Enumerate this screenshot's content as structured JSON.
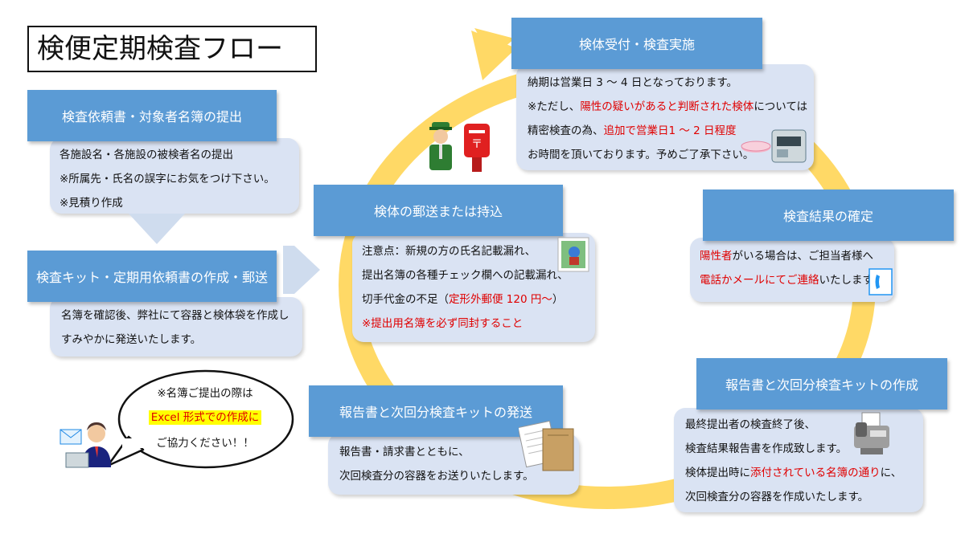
{
  "title": "検便定期検査フロー",
  "steps": {
    "s1": {
      "header": "検査依頼書・対象者名簿の提出",
      "lines": [
        "各施設名・各施設の被検者名の提出",
        "※所属先・氏名の誤字にお気をつけ下さい。",
        "※見積り作成"
      ]
    },
    "s2": {
      "header": "検査キット・定期用依頼書の作成・郵送",
      "lines": [
        "名簿を確認後、弊社にて容器と検体袋を作成し",
        "すみやかに発送いたします。"
      ]
    },
    "s3": {
      "header": "検体の郵送または持込",
      "l1": "注意点：新規の方の氏名記載漏れ、",
      "l2": "提出名簿の各種チェック欄への記載漏れ、",
      "l3a": "切手代金の不足（",
      "l3b": "定形外郵便 120 円～",
      "l3c": "）",
      "l4": "※提出用名簿を必ず同封すること"
    },
    "s4": {
      "header": "検体受付・検査実施",
      "l1": "納期は営業日 3 ～ 4 日となっております。",
      "l2a": "※ただし、",
      "l2b": "陽性の疑いがあると判断された検体",
      "l2c": "については",
      "l3a": "精密検査の為、",
      "l3b": "追加で営業日1 ～ 2 日程度",
      "l4": "お時間を頂いております。予めご了承下さい。"
    },
    "s5": {
      "header": "検査結果の確定",
      "l1a": "陽性者",
      "l1b": "がいる場合は、ご担当者様へ",
      "l2a": "電話かメールにてご連絡",
      "l2b": "いたします。"
    },
    "s6": {
      "header": "報告書と次回分検査キットの作成",
      "l1": "最終提出者の検査終了後、",
      "l2": "検査結果報告書を作成致します。",
      "l3a": "検体提出時に",
      "l3b": "添付されている名簿の通り",
      "l3c": "に、",
      "l4": "次回検査分の容器を作成いたします。"
    },
    "s7": {
      "header": "報告書と次回分検査キットの発送",
      "lines": [
        "報告書・請求書とともに、",
        "次回検査分の容器をお送りいたします。"
      ]
    }
  },
  "note": {
    "l1": "※名簿ご提出の際は",
    "l2": "Excel 形式での作成に",
    "l3": "ご協力ください！！"
  },
  "colors": {
    "header": "#5b9bd5",
    "body": "#dae3f3",
    "ring": "#ffd966",
    "highlight": "#ffff00",
    "emphasis": "#e00000"
  },
  "icons": [
    "postman-icon",
    "mailbox-icon",
    "stamp-icon",
    "lab-analyzer-icon",
    "telephone-icon",
    "fax-machine-icon",
    "envelope-documents-icon",
    "mail-icon",
    "office-worker-icon"
  ]
}
